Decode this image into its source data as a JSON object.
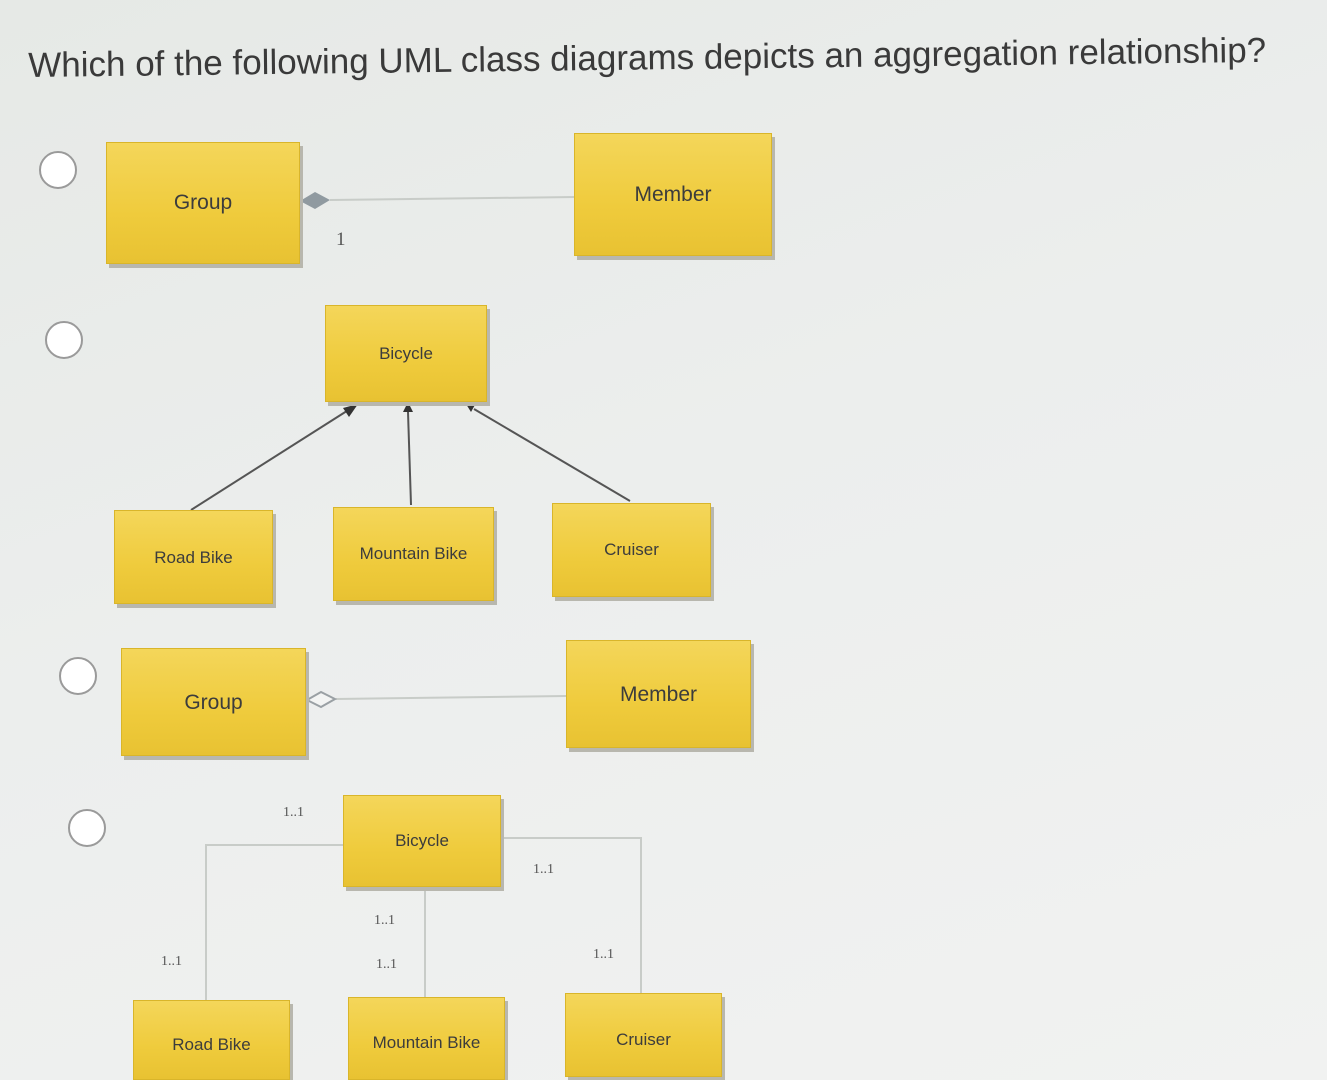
{
  "question": "Which of the following UML class diagrams depicts an aggregation relationship?",
  "options": [
    {
      "classes": [
        "Group",
        "Member"
      ],
      "multiplicity": "1"
    },
    {
      "classes": [
        "Bicycle",
        "Road Bike",
        "Mountain Bike",
        "Cruiser"
      ]
    },
    {
      "classes": [
        "Group",
        "Member"
      ]
    },
    {
      "classes": [
        "Bicycle",
        "Road Bike",
        "Mountain Bike",
        "Cruiser"
      ],
      "multiplicities": [
        "1..1",
        "1..1",
        "1..1",
        "1..1",
        "1..1",
        "1..1"
      ]
    }
  ],
  "colors": {
    "class_fill": "#efcb3c",
    "class_border": "#d9b52a",
    "line": "#555555",
    "association_line": "#c8ccc8",
    "question_text": "#3a3a3a"
  },
  "icons": {
    "radio": "radio-button-empty",
    "composition": "filled-diamond",
    "aggregation": "hollow-diamond",
    "generalization": "filled-arrowhead"
  }
}
